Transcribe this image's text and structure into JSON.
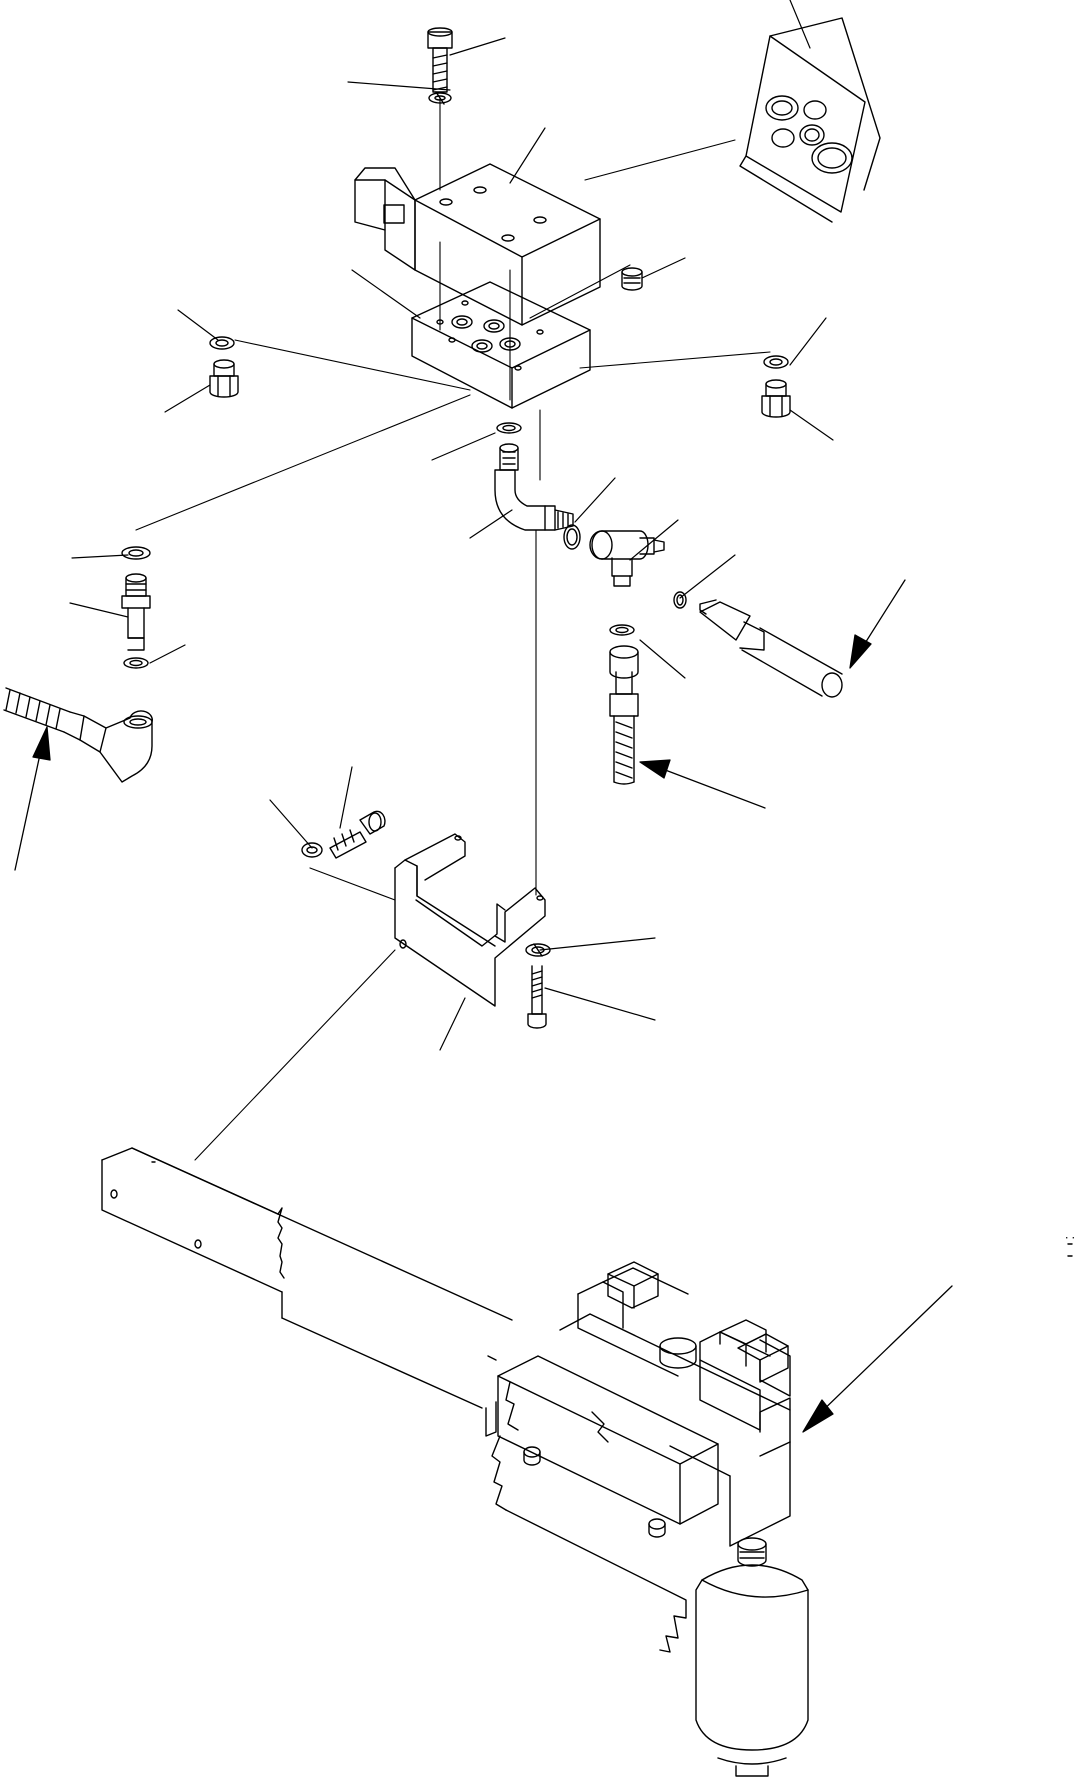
{
  "figure": {
    "kind": "exploded parts diagram",
    "line_color": "#000000",
    "background": "#ffffff",
    "callout_labels": [],
    "side_mark": "⁚"
  },
  "parts": [
    {
      "id": "cap-screw-top",
      "icon": "cap-screw-icon"
    },
    {
      "id": "washer-top",
      "icon": "washer-icon"
    },
    {
      "id": "solenoid-valve",
      "icon": "solenoid-valve-icon"
    },
    {
      "id": "seal-kit",
      "icon": "seal-kit-icon"
    },
    {
      "id": "manifold-block",
      "icon": "manifold-block-icon"
    },
    {
      "id": "plug-small",
      "icon": "plug-icon"
    },
    {
      "id": "plug-left",
      "icon": "plug-icon"
    },
    {
      "id": "plug-right",
      "icon": "plug-icon"
    },
    {
      "id": "elbow-fitting",
      "icon": "elbow-fitting-icon"
    },
    {
      "id": "tee-fitting",
      "icon": "tee-fitting-icon"
    },
    {
      "id": "straight-adapter",
      "icon": "adapter-icon"
    },
    {
      "id": "hose-left",
      "icon": "hose-icon"
    },
    {
      "id": "hose-lower",
      "icon": "hose-icon"
    },
    {
      "id": "tube-right",
      "icon": "tube-icon"
    },
    {
      "id": "mounting-bracket",
      "icon": "bracket-icon"
    },
    {
      "id": "bracket-bolts",
      "icon": "bolt-icon"
    },
    {
      "id": "frame-rail",
      "icon": "frame-rail-icon"
    },
    {
      "id": "valve-assembly",
      "icon": "valve-assembly-icon"
    },
    {
      "id": "accumulator",
      "icon": "accumulator-icon"
    }
  ]
}
